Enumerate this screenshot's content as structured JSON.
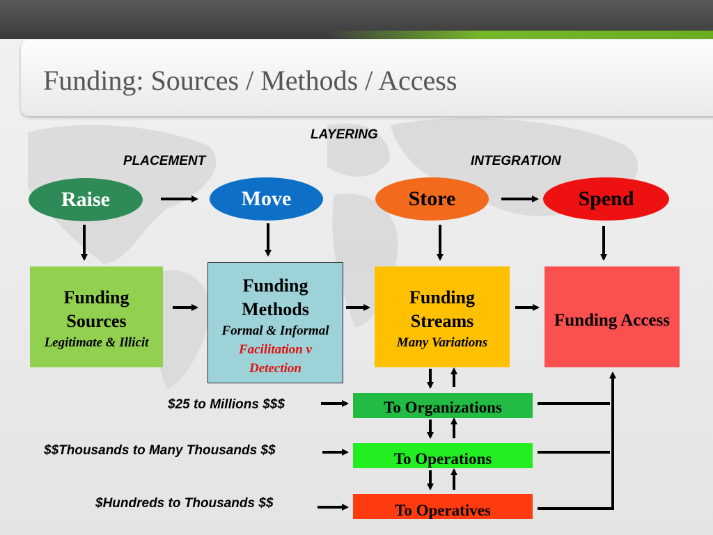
{
  "title": "Funding:  Sources / Methods / Access",
  "stage_labels": {
    "layering": "LAYERING",
    "placement": "PLACEMENT",
    "integration": "INTEGRATION"
  },
  "ovals": [
    {
      "label": "Raise",
      "color": "#2e8b57"
    },
    {
      "label": "Move",
      "color": "#0d6fc6"
    },
    {
      "label": "Store",
      "color": "#f26a1b"
    },
    {
      "label": "Spend",
      "color": "#ee1111"
    }
  ],
  "boxes": {
    "sources": {
      "line1": "Funding",
      "line2": "Sources",
      "sub": "Legitimate & Illicit",
      "color": "#92d050"
    },
    "methods": {
      "line1": "Funding",
      "line2": "Methods",
      "sub1": "Formal & Informal",
      "sub2": "Facilitation v",
      "sub3": "Detection",
      "color": "#9dd3d8"
    },
    "streams": {
      "line1": "Funding",
      "line2": "Streams",
      "sub": "Many Variations",
      "color": "#ffc000"
    },
    "access": {
      "label": "Funding Access",
      "color": "#fb5050"
    }
  },
  "tiers": [
    {
      "amount": "$25 to Millions $$$",
      "target": "To Organizations",
      "color": "#22bb44"
    },
    {
      "amount": "$$Thousands to Many Thousands $$",
      "target": "To Operations",
      "color": "#22ee22"
    },
    {
      "amount": "$Hundreds to Thousands $$",
      "target": "To Operatives",
      "color": "#ff3b0f"
    }
  ]
}
